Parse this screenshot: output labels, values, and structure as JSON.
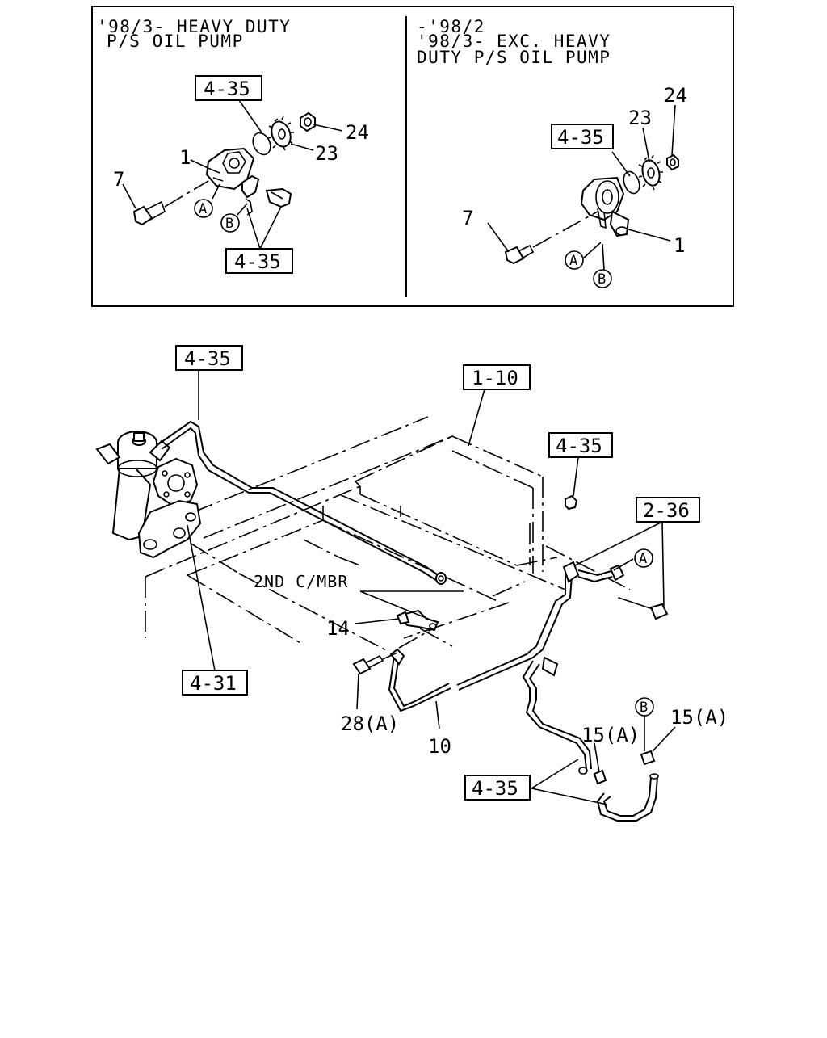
{
  "inset": {
    "left_heading": [
      "'98/3- HEAVY DUTY",
      "P/S OIL PUMP"
    ],
    "right_heading": [
      "-'98/2",
      "'98/3- EXC. HEAVY",
      "DUTY P/S OIL PUMP"
    ],
    "left": {
      "ref_top": "4-35",
      "ref_bottom": "4-35",
      "part_1": "1",
      "part_7": "7",
      "part_23": "23",
      "part_24": "24",
      "circle_a": "A",
      "circle_b": "B"
    },
    "right": {
      "ref": "4-35",
      "part_1": "1",
      "part_7": "7",
      "part_23": "23",
      "part_24": "24",
      "circle_a": "A",
      "circle_b": "B"
    }
  },
  "main": {
    "ref_top_left": "4-35",
    "ref_frame": "1-10",
    "ref_nut": "4-35",
    "ref_clip": "2-36",
    "ref_gearbox": "4-31",
    "ref_bottom": "4-35",
    "member_label": "2ND C/MBR",
    "part_14": "14",
    "part_28a": "28(A)",
    "part_10": "10",
    "part_15a_left": "15(A)",
    "part_15a_right": "15(A)",
    "circle_a": "A",
    "circle_b": "B"
  }
}
